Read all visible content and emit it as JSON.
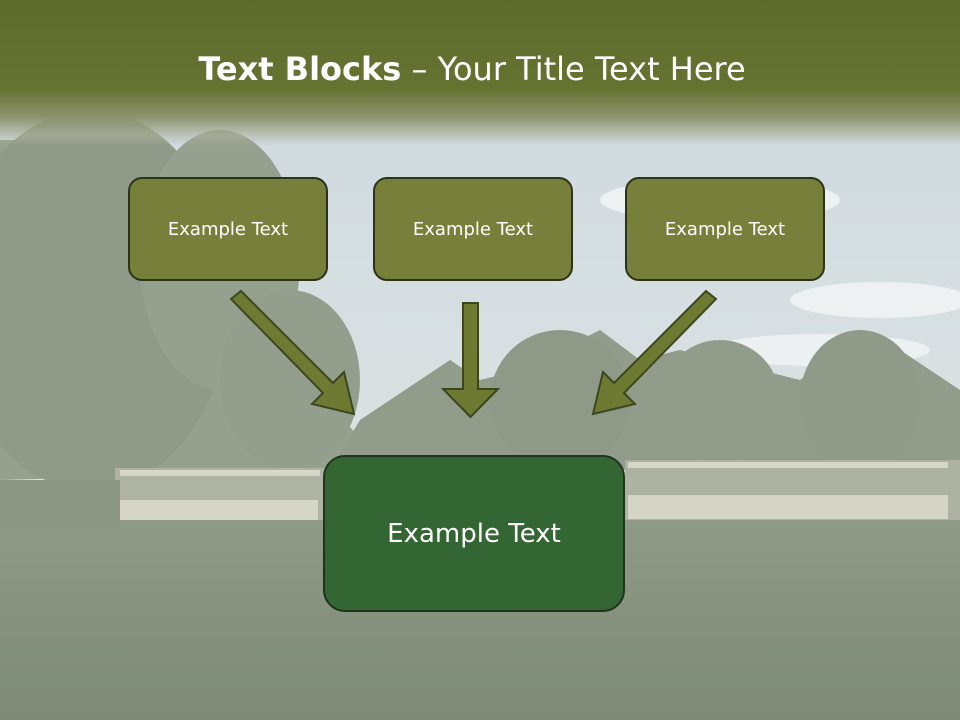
{
  "title": {
    "bold": "Text Blocks",
    "rest": " – Your Title Text Here"
  },
  "blocks": [
    {
      "label": "Example Text"
    },
    {
      "label": "Example Text"
    },
    {
      "label": "Example Text"
    }
  ],
  "main_block": {
    "label": "Example Text"
  },
  "colors": {
    "header": "#667230",
    "small_box_fill": "#77803a",
    "main_box_fill": "#336633",
    "arrow_fill": "#6e7a32"
  }
}
